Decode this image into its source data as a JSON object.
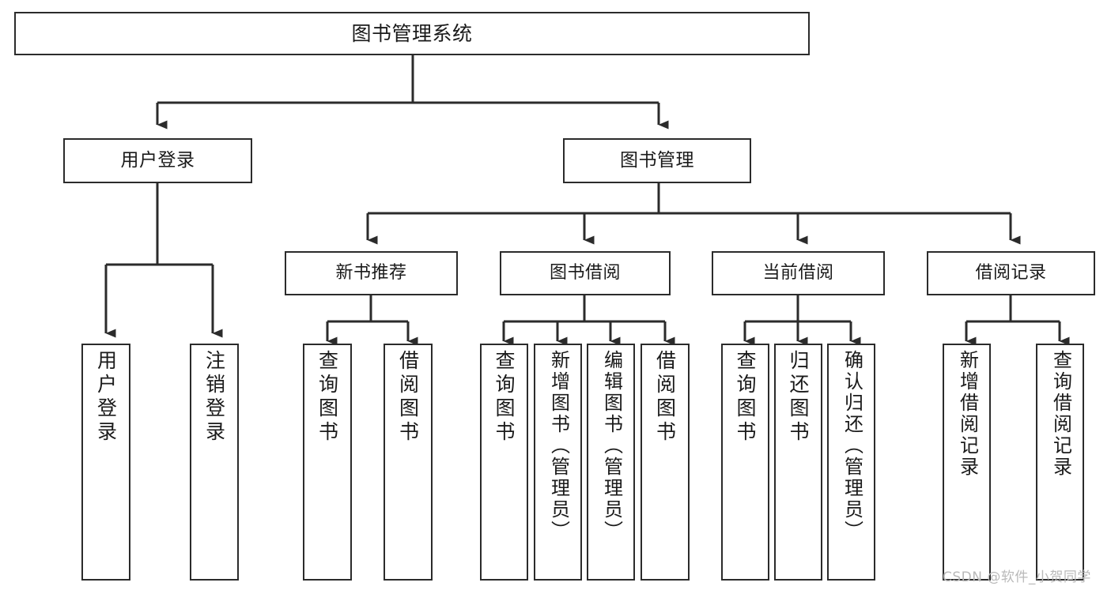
{
  "diagram": {
    "title_node": {
      "label": "图书管理系统"
    },
    "level2": [
      {
        "id": "user-login",
        "label": "用户登录"
      },
      {
        "id": "book-manage",
        "label": "图书管理"
      }
    ],
    "level3": [
      {
        "id": "new-book-recommend",
        "label": "新书推荐"
      },
      {
        "id": "book-borrow",
        "label": "图书借阅"
      },
      {
        "id": "current-borrow",
        "label": "当前借阅"
      },
      {
        "id": "borrow-record",
        "label": "借阅记录"
      }
    ],
    "leaves": [
      {
        "id": "leaf-user-login",
        "label": "用户登录",
        "parent": "user-login"
      },
      {
        "id": "leaf-logout-login",
        "label": "注销登录",
        "parent": "user-login"
      },
      {
        "id": "leaf-query-book-1",
        "label": "查询图书",
        "parent": "new-book-recommend"
      },
      {
        "id": "leaf-borrow-book-1",
        "label": "借阅图书",
        "parent": "new-book-recommend"
      },
      {
        "id": "leaf-query-book-2",
        "label": "查询图书",
        "parent": "book-borrow"
      },
      {
        "id": "leaf-add-book",
        "label": "新增图书（管理员）",
        "parent": "book-borrow"
      },
      {
        "id": "leaf-edit-book",
        "label": "编辑图书（管理员）",
        "parent": "book-borrow"
      },
      {
        "id": "leaf-borrow-book-2",
        "label": "借阅图书",
        "parent": "book-borrow"
      },
      {
        "id": "leaf-query-book-3",
        "label": "查询图书",
        "parent": "current-borrow"
      },
      {
        "id": "leaf-return-book",
        "label": "归还图书",
        "parent": "current-borrow"
      },
      {
        "id": "leaf-confirm-return",
        "label": "确认归还（管理员）",
        "parent": "current-borrow"
      },
      {
        "id": "leaf-add-record",
        "label": "新增借阅记录",
        "parent": "borrow-record"
      },
      {
        "id": "leaf-query-record",
        "label": "查询借阅记录",
        "parent": "borrow-record"
      }
    ],
    "watermark": "CSDN @软件_小贺同学",
    "colors": {
      "stroke": "#2b2b2b",
      "background": "#ffffff",
      "text": "#1a1a1a",
      "watermark": "#b9b9b9"
    }
  }
}
